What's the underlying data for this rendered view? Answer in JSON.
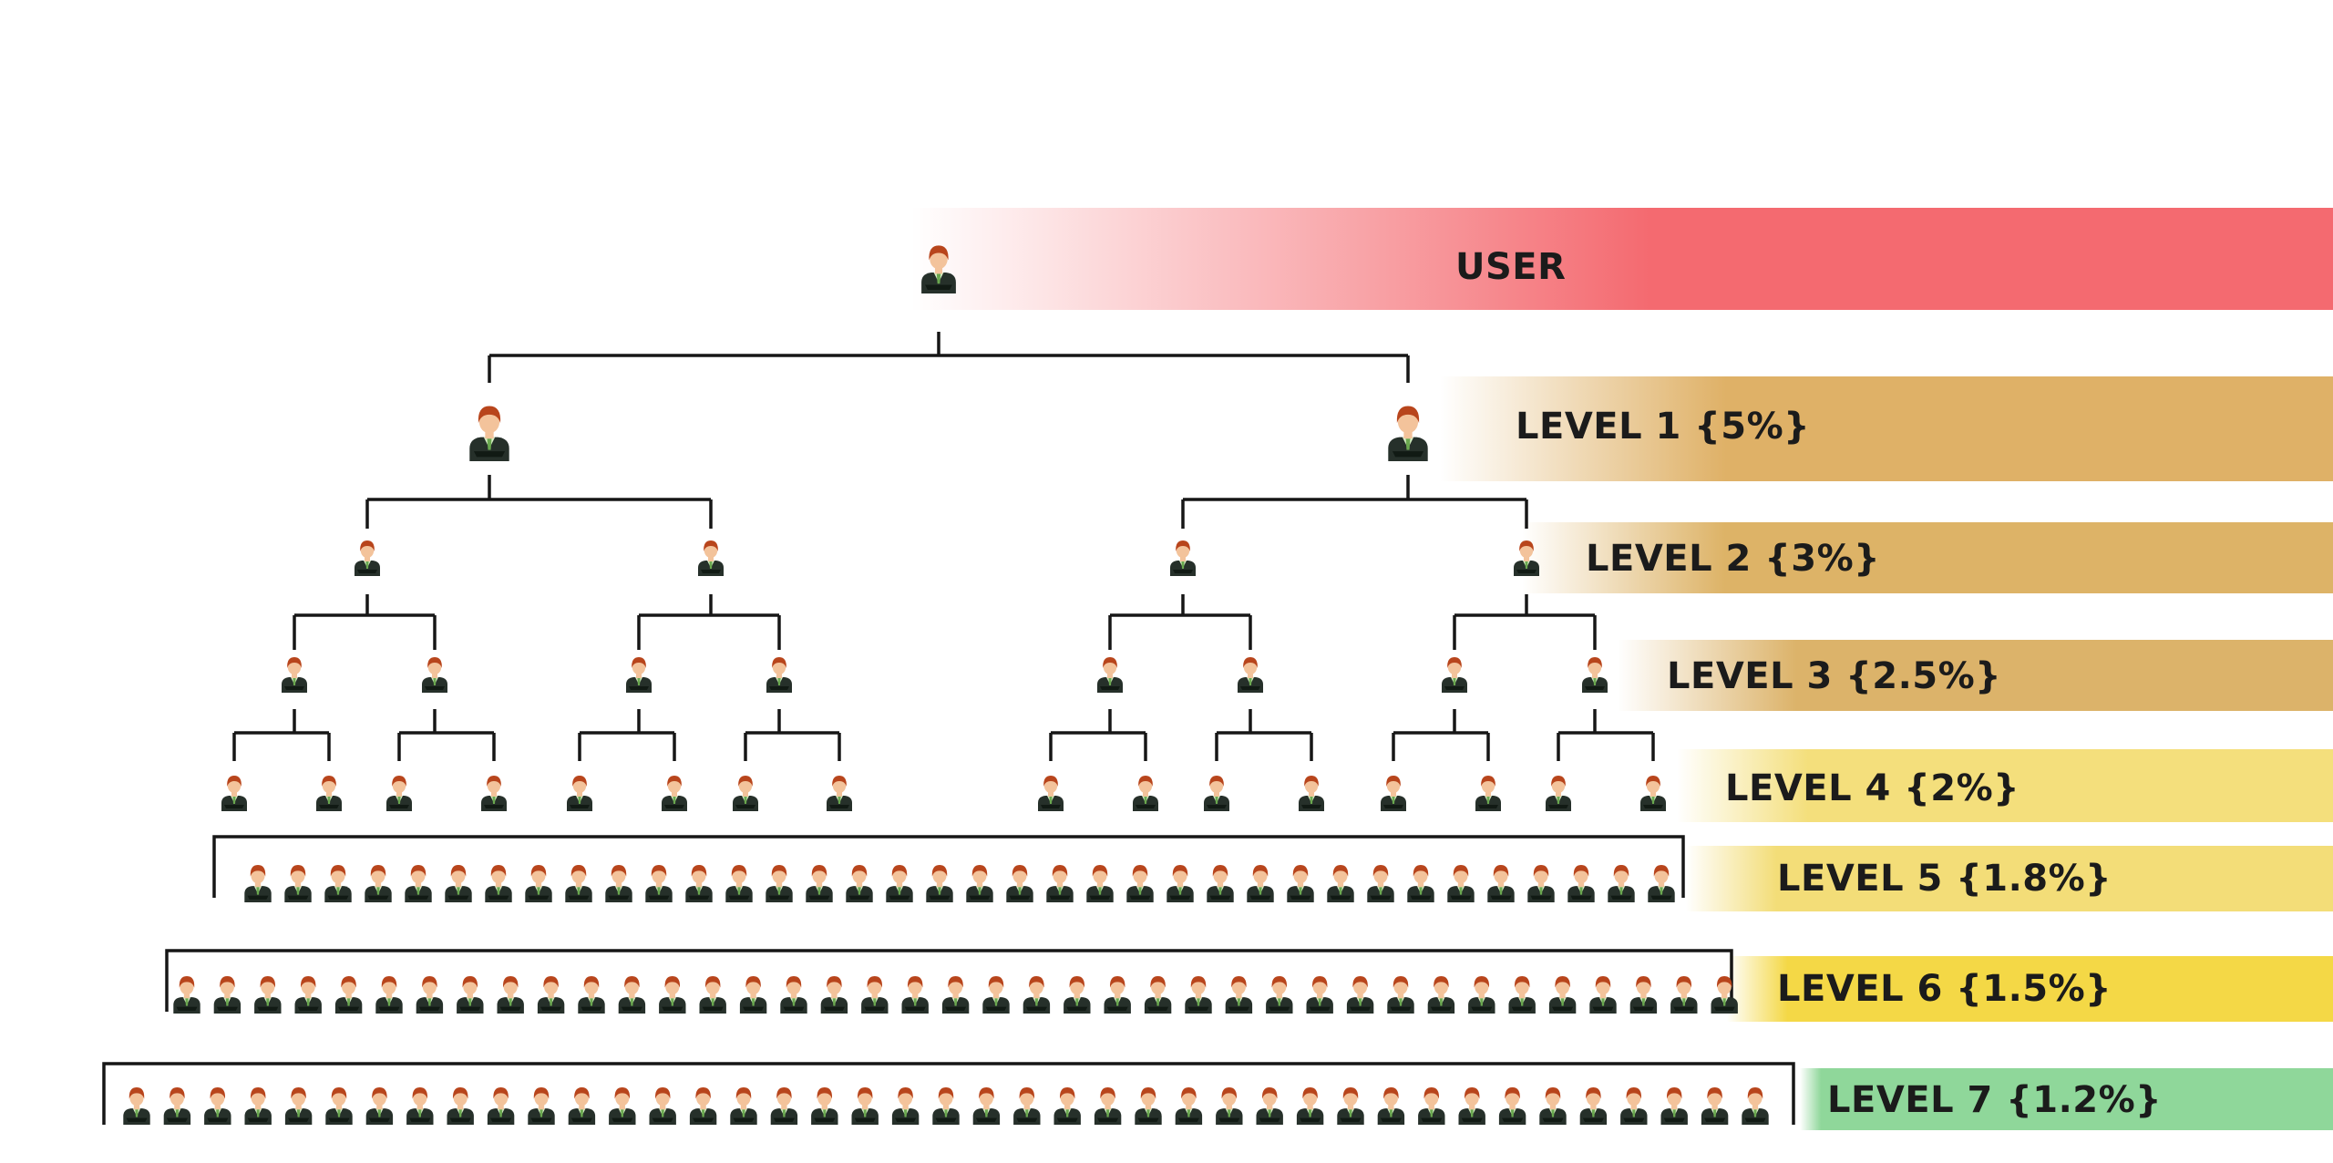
{
  "levels": [
    {
      "label": "USER",
      "color": "#f46a70"
    },
    {
      "label": "LEVEL 1 {5%}",
      "color": "#dfb167"
    },
    {
      "label": "LEVEL 2 {3%}",
      "color": "#ddb367"
    },
    {
      "label": "LEVEL 3 {2.5%}",
      "color": "#dcb36a"
    },
    {
      "label": "LEVEL 4 {2%}",
      "color": "#f4df7c"
    },
    {
      "label": "LEVEL 5 {1.8%}",
      "color": "#f3dd78"
    },
    {
      "label": "LEVEL 6 {1.5%}",
      "color": "#f4d846"
    },
    {
      "label": "LEVEL 7 {1.2%}",
      "color": "#8fd79a"
    }
  ],
  "person_colors": {
    "hair": "#b8451c",
    "skin": "#f3c39b",
    "suit": "#26302a",
    "shirt": "#d9f0c8",
    "tie": "#6aa84f"
  }
}
